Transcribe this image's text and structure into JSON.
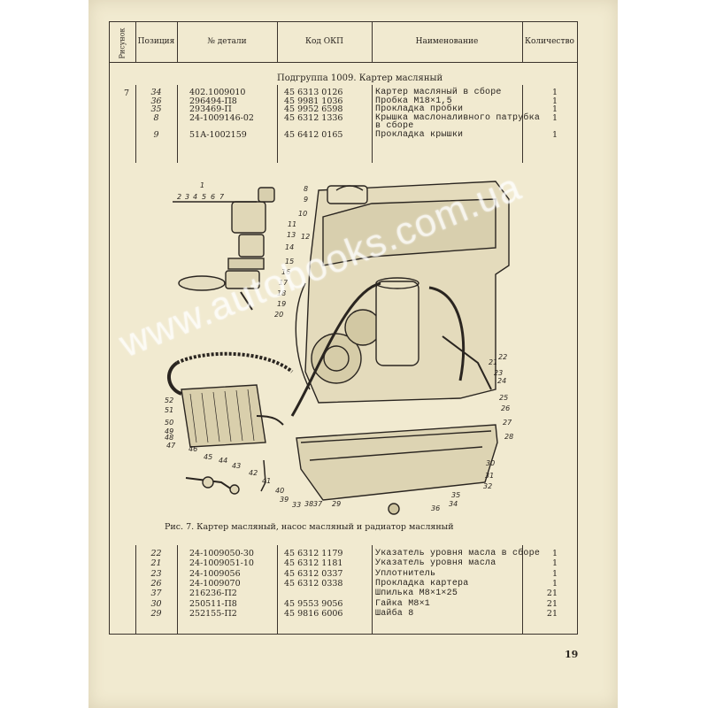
{
  "header": {
    "col_figure": "Рисунок",
    "col_position": "Позиция",
    "col_part_no": "№ детали",
    "col_okp": "Код ОКП",
    "col_name": "Наименование",
    "col_qty": "Количество"
  },
  "subgroup_title": "Подгруппа 1009. Картер масляный",
  "figure_number": "7",
  "top_rows": [
    {
      "pos": "34",
      "part": "402.1009010",
      "okp": "45 6313 0126",
      "name": "Картер масляный в сборе",
      "qty": "1"
    },
    {
      "pos": "36",
      "part": "296494-П8",
      "okp": "45 9981 1036",
      "name": "Пробка М18×1,5",
      "qty": "1"
    },
    {
      "pos": "35",
      "part": "293469-П",
      "okp": "45 9952 6598",
      "name": "Прокладка пробки",
      "qty": "1"
    },
    {
      "pos": "8",
      "part": "24-1009146-02",
      "okp": "45 6312 1336",
      "name": "Крышка маслоналивного патрубка",
      "qty": "1"
    },
    {
      "pos": "",
      "part": "",
      "okp": "",
      "name": "в сборе",
      "qty": ""
    },
    {
      "pos": "9",
      "part": "51А-1002159",
      "okp": "45 6412 0165",
      "name": "Прокладка крышки",
      "qty": "1"
    }
  ],
  "figure_caption": "Рис. 7. Картер масляный, насос масляный и радиатор масляный",
  "bottom_rows": [
    {
      "pos": "22",
      "part": "24-1009050-30",
      "okp": "45 6312 1179",
      "name": "Указатель уровня масла в сборе",
      "qty": "1"
    },
    {
      "pos": "21",
      "part": "24-1009051-10",
      "okp": "45 6312 1181",
      "name": "Указатель уровня масла",
      "qty": "1"
    },
    {
      "pos": "23",
      "part": "24-1009056",
      "okp": "45 6312 0337",
      "name": "Уплотнитель",
      "qty": "1"
    },
    {
      "pos": "26",
      "part": "24-1009070",
      "okp": "45 6312 0338",
      "name": "Прокладка картера",
      "qty": "1"
    },
    {
      "pos": "37",
      "part": "216236-П2",
      "okp": "",
      "name": "Шпилька М8×1×25",
      "qty": "21"
    },
    {
      "pos": "30",
      "part": "250511-П8",
      "okp": "45 9553 9056",
      "name": "Гайка М8×1",
      "qty": "21"
    },
    {
      "pos": "29",
      "part": "252155-П2",
      "okp": "45 9816 6006",
      "name": "Шайба 8",
      "qty": "21"
    }
  ],
  "page_number": "19",
  "watermark": "www.autobooks.com.ua",
  "callouts": {
    "top_left_group": "1",
    "numbers": [
      "2",
      "3",
      "4",
      "5",
      "6",
      "7",
      "10",
      "11",
      "12",
      "13",
      "14",
      "15",
      "16",
      "17",
      "18",
      "19",
      "20",
      "8",
      "9",
      "21",
      "22",
      "23",
      "24",
      "25",
      "26",
      "27",
      "28",
      "29",
      "30",
      "31",
      "32",
      "33",
      "34",
      "35",
      "36",
      "37",
      "38",
      "39",
      "40",
      "41",
      "42",
      "43",
      "44",
      "45",
      "46",
      "47",
      "48",
      "49",
      "50",
      "51",
      "52"
    ]
  }
}
